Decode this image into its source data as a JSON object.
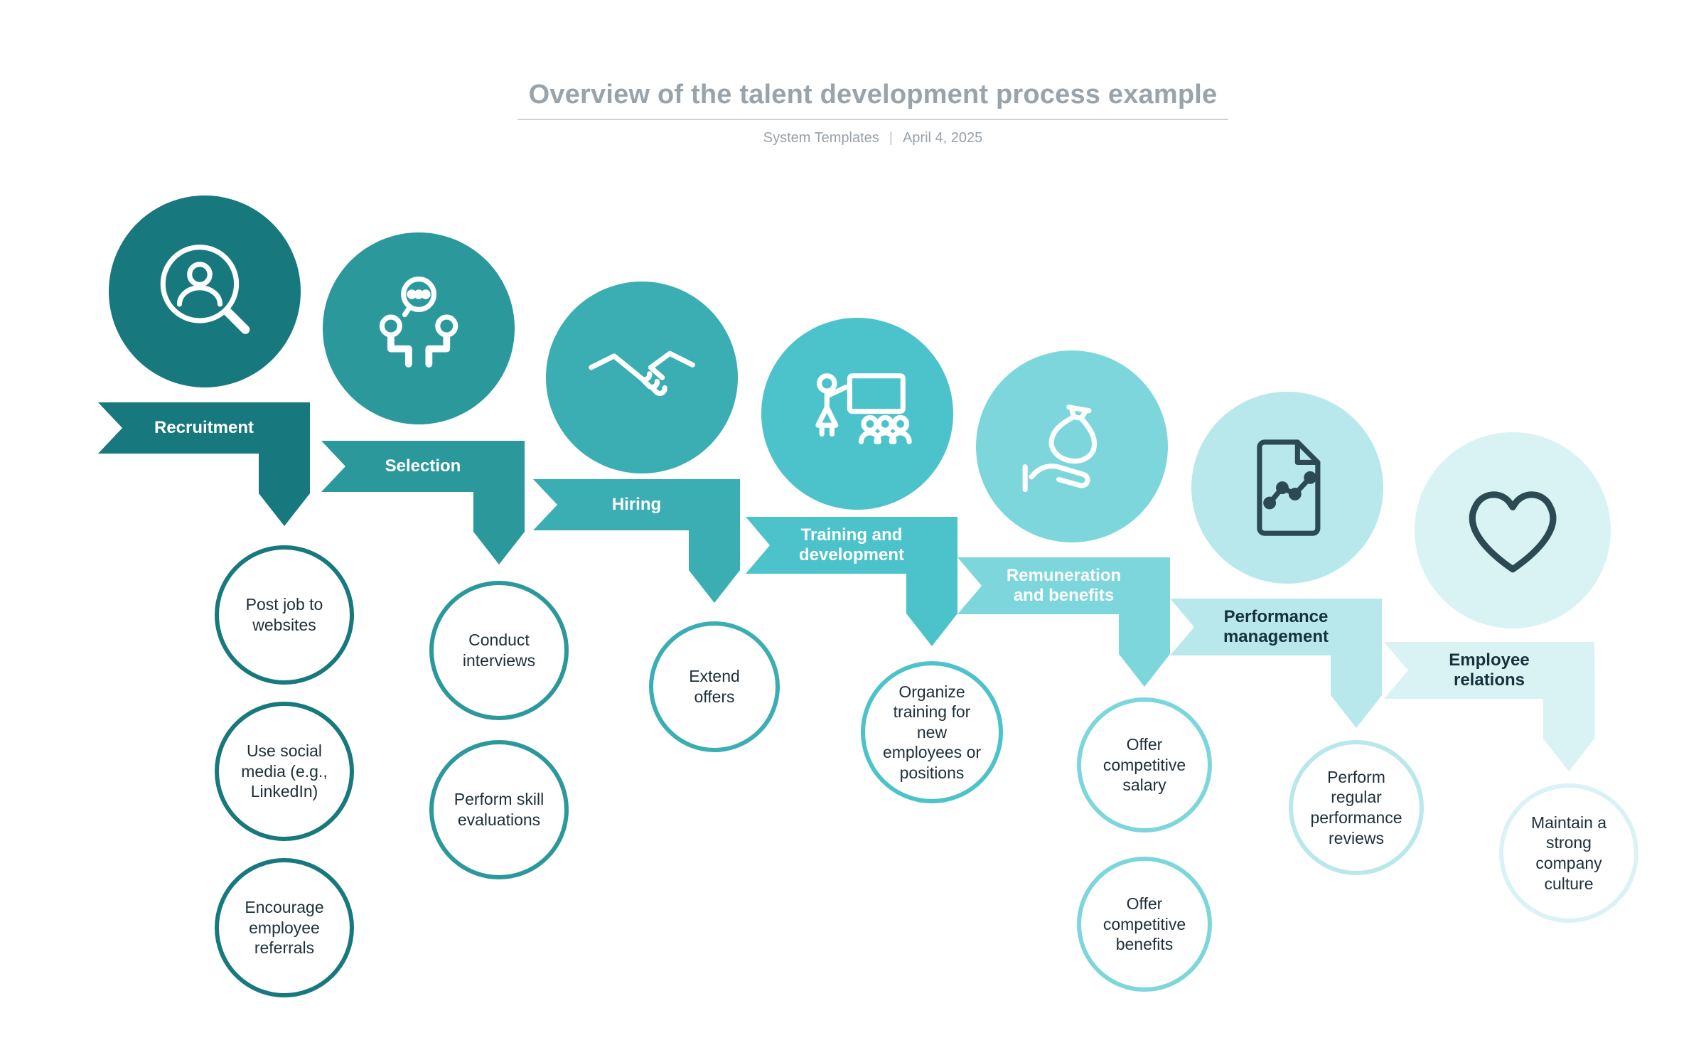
{
  "header": {
    "title": "Overview of the talent development process example",
    "source": "System Templates",
    "separator": "|",
    "date": "April 4, 2025"
  },
  "stages": [
    {
      "label": "Recruitment",
      "color": "#17787d",
      "icon": "person-search-icon",
      "bullets": [
        "Post job to websites",
        "Use social media (e.g., LinkedIn)",
        "Encourage employee referrals"
      ]
    },
    {
      "label": "Selection",
      "color": "#2b989c",
      "icon": "interview-icon",
      "bullets": [
        "Conduct interviews",
        "Perform skill evaluations"
      ]
    },
    {
      "label": "Hiring",
      "color": "#3aaeb2",
      "icon": "handshake-icon",
      "bullets": [
        "Extend offers"
      ]
    },
    {
      "label": "Training and development",
      "color": "#4cc3cb",
      "icon": "training-presentation-icon",
      "bullets": [
        "Organize training for new employees or positions"
      ]
    },
    {
      "label": "Remuneration and benefits",
      "color": "#7dd6db",
      "icon": "money-bag-hand-icon",
      "bullets": [
        "Offer competitive salary",
        "Offer competitive benefits"
      ]
    },
    {
      "label": "Performance management",
      "color": "#b9e8ec",
      "icon": "performance-report-icon",
      "bullets": [
        "Perform regular performance reviews"
      ]
    },
    {
      "label": "Employee relations",
      "color": "#d9f2f4",
      "icon": "heart-icon",
      "bullets": [
        "Maintain a strong company culture"
      ]
    }
  ]
}
